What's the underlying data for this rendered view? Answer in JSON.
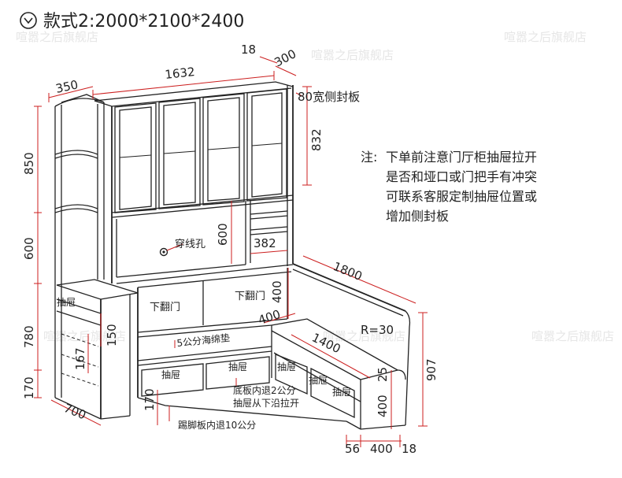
{
  "title": "款式2:2000*2100*2400",
  "watermark": "喧嚣之后旗舰店",
  "note": {
    "label": "注:",
    "lines": [
      "下单前注意门厅柜抽屉拉开",
      "是否和垭口或门把手有冲突",
      "可联系客服定制抽屉位置或",
      "增加侧封板"
    ]
  },
  "dims": {
    "d18_top": "18",
    "d300": "300",
    "d1632": "1632",
    "d350": "350",
    "side_panel": "80宽侧封板",
    "d832": "832",
    "d850": "850",
    "d600_left": "600",
    "d600_mid": "600",
    "d382": "382",
    "d1800": "1800",
    "d400_v": "400",
    "d780": "780",
    "d150": "150",
    "d167": "167",
    "d170_left": "170",
    "d700": "700",
    "d400_diag": "400",
    "d1400": "1400",
    "r30": "R=30",
    "d907": "907",
    "d25": "25",
    "d400_v2": "400",
    "d170_bottom": "170",
    "d56": "56",
    "d400_bottom": "400",
    "d18_bottom": "18"
  },
  "labels": {
    "cable_hole": "穿线孔",
    "flip_door_1": "下翻门",
    "flip_door_2": "下翻门",
    "drawer_small": "抽屉",
    "sponge_pad": "5公分海绵垫",
    "drawer_1": "抽屉",
    "drawer_2": "抽屉",
    "drawer_3": "抽屉",
    "drawer_4": "抽屉",
    "drawer_5": "抽屉",
    "bottom_note_1": "底板内退2公分",
    "bottom_note_2": "抽屉从下沿拉开",
    "kick_note": "踢脚板内退10公分"
  },
  "colors": {
    "line": "#222222",
    "dim": "#cc1f1f",
    "text": "#222222",
    "watermark": "#e6e6e6"
  },
  "icons": {
    "title_marker": "chevron-down-circle-icon"
  }
}
